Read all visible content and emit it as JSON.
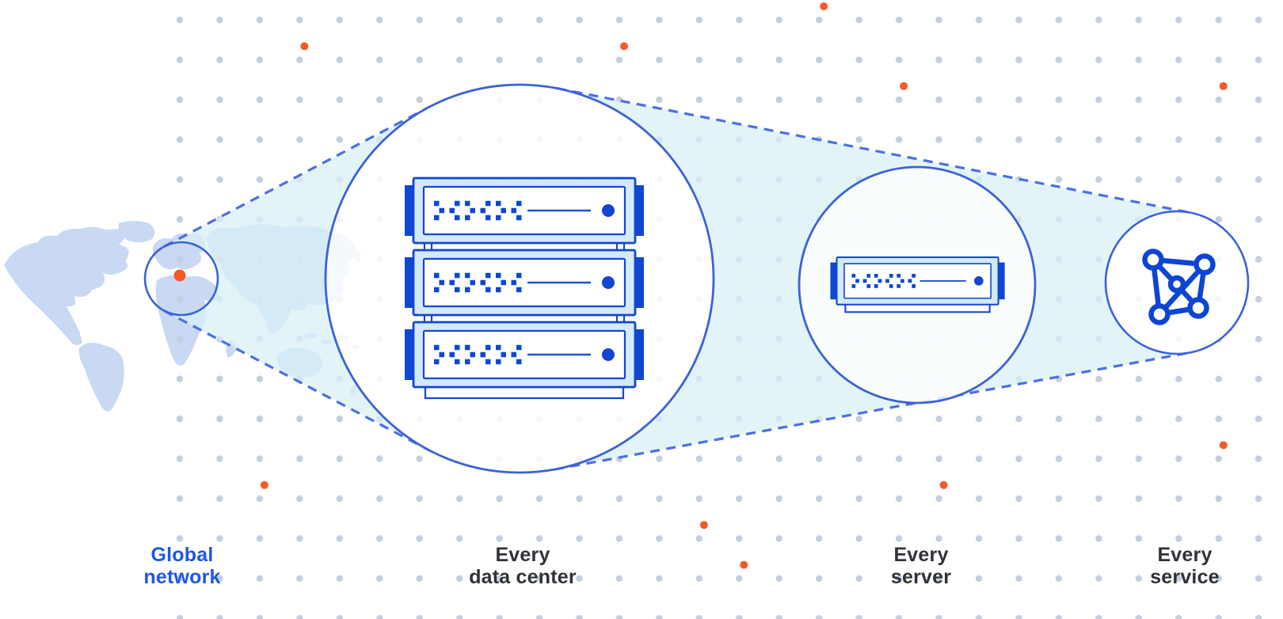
{
  "title": "Global network zoom diagram",
  "stages": [
    {
      "id": "global-network",
      "line1": "Global",
      "line2": "network",
      "style": "blue",
      "icon": "world-map-highlight-circle"
    },
    {
      "id": "every-data-center",
      "line1": "Every",
      "line2": "data center",
      "style": "dark",
      "icon": "server-rack-3-units"
    },
    {
      "id": "every-server",
      "line1": "Every",
      "line2": "server",
      "style": "dark",
      "icon": "server-single-unit"
    },
    {
      "id": "every-service",
      "line1": "Every",
      "line2": "service",
      "style": "dark",
      "icon": "network-graph"
    }
  ],
  "counts": {
    "rack_servers": 3,
    "accent_grid_dots": 10
  },
  "colors": {
    "accent_orange": "#f65a28",
    "circle_stroke_blue": "#3b62d8",
    "dashed_line_blue": "#4c70e1",
    "server_border_blue": "#1446cf",
    "server_solid_blue": "#0f47d4",
    "server_light_fill": "#d2eaf9",
    "cone_fill_cyan": "#d8f0f7",
    "map_fill": "#c9d9f4",
    "grid_dot": "#c5cde0",
    "label_dark": "#2f3237",
    "label_blue": "#1e57e7"
  }
}
